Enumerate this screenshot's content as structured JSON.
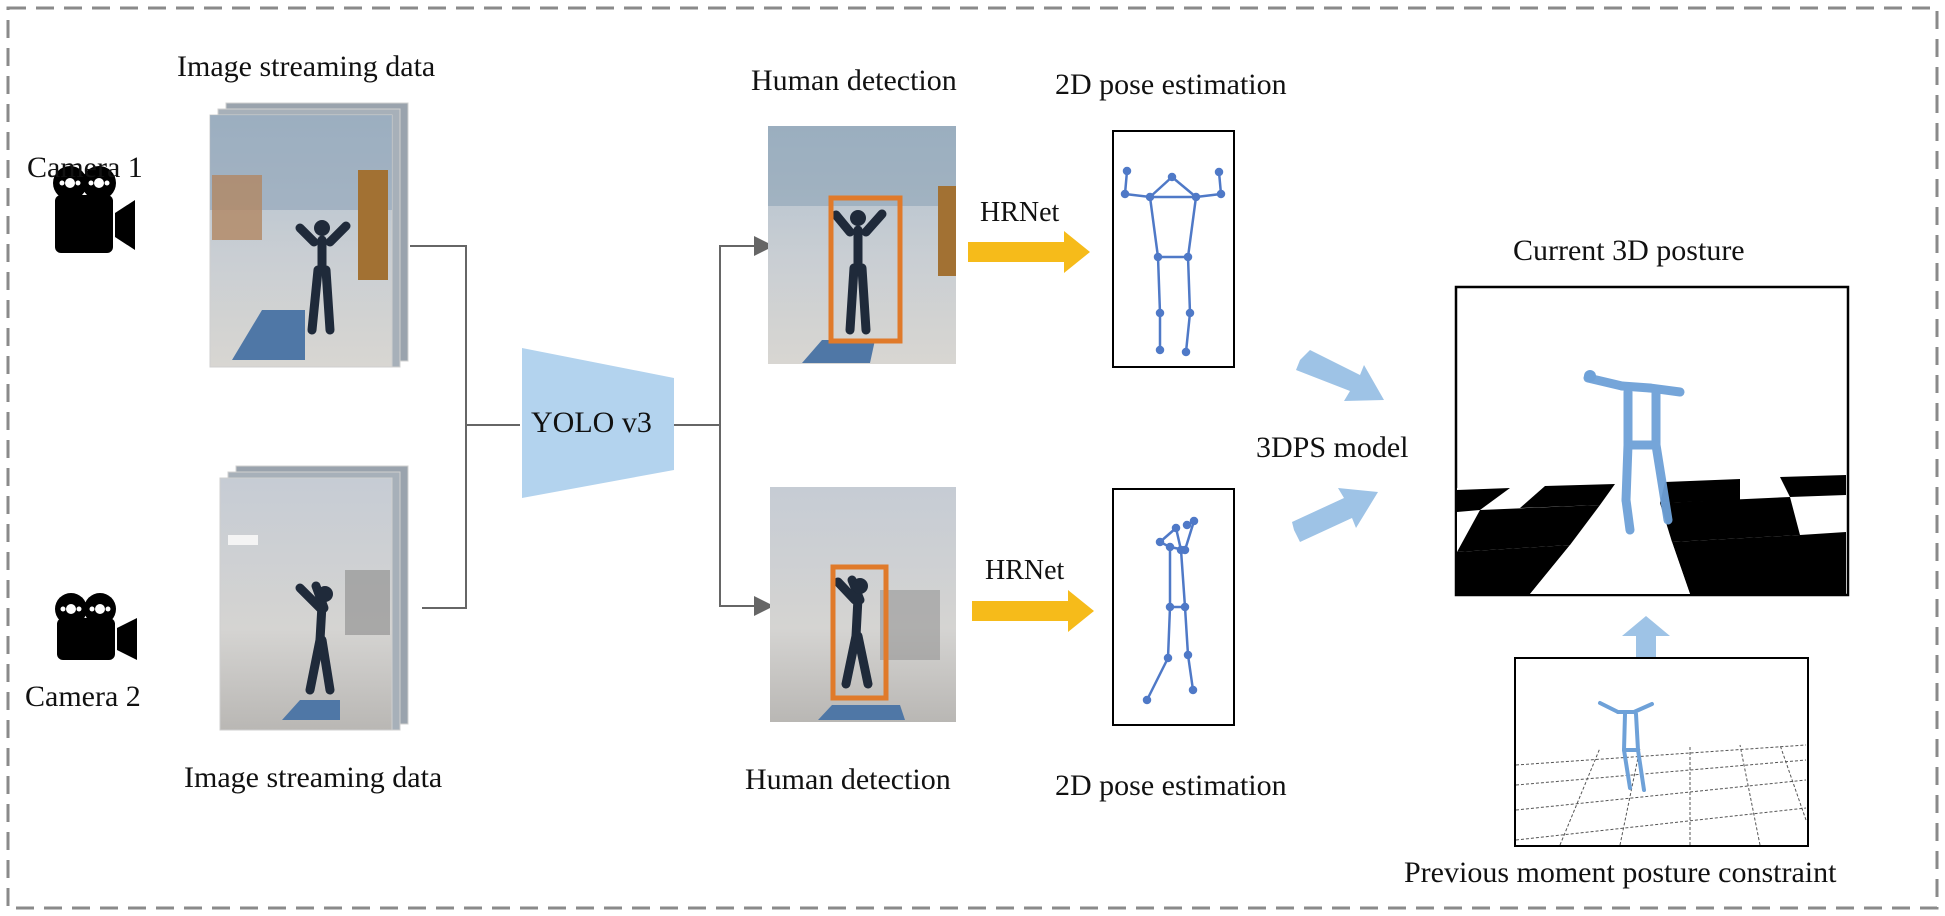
{
  "cameras": [
    {
      "label": "Camera 1",
      "icon": "video-camera-icon"
    },
    {
      "label": "Camera 2",
      "icon": "video-camera-icon"
    }
  ],
  "streams": {
    "top_label": "Image streaming data",
    "bottom_label": "Image streaming data"
  },
  "detector": {
    "label": "YOLO v3",
    "color": "#b3d3ee"
  },
  "detection": {
    "top_label": "Human detection",
    "bottom_label": "Human detection",
    "box_color": "#e07a2a"
  },
  "pose2d": {
    "network_top": "HRNet",
    "network_bottom": "HRNet",
    "top_label": "2D pose estimation",
    "bottom_label": "2D pose estimation",
    "arrow_color": "#f6bb1a",
    "skeleton_color": "#4f79c7"
  },
  "fusion": {
    "label": "3DPS model",
    "arrow_color": "#9ec3e6"
  },
  "output": {
    "current_label": "Current 3D posture",
    "previous_label": "Previous moment posture constraint"
  }
}
